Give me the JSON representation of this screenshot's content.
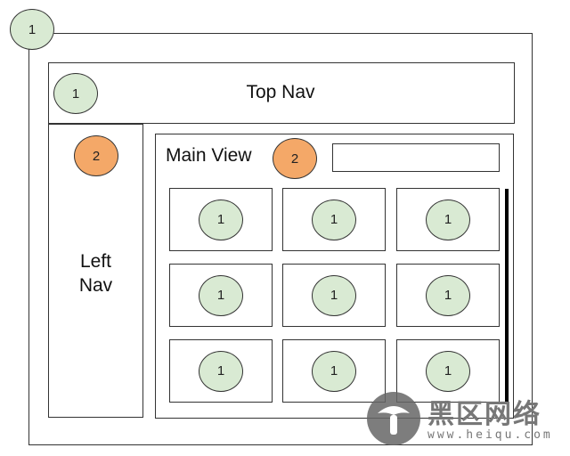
{
  "outer": {
    "badge": "1"
  },
  "top_nav": {
    "label": "Top Nav",
    "badge": "1"
  },
  "left_nav": {
    "line1": "Left",
    "line2": "Nav",
    "badge": "2"
  },
  "main_view": {
    "label": "Main View",
    "badge": "2"
  },
  "tiles": [
    {
      "badge": "1"
    },
    {
      "badge": "1"
    },
    {
      "badge": "1"
    },
    {
      "badge": "1"
    },
    {
      "badge": "1"
    },
    {
      "badge": "1"
    },
    {
      "badge": "1"
    },
    {
      "badge": "1"
    },
    {
      "badge": "1"
    }
  ],
  "watermark": {
    "cn": "黑区网络",
    "url": "www.heiqu.com"
  },
  "colors": {
    "green": "#d9ead3",
    "orange": "#f4a868",
    "stroke": "#333333"
  }
}
